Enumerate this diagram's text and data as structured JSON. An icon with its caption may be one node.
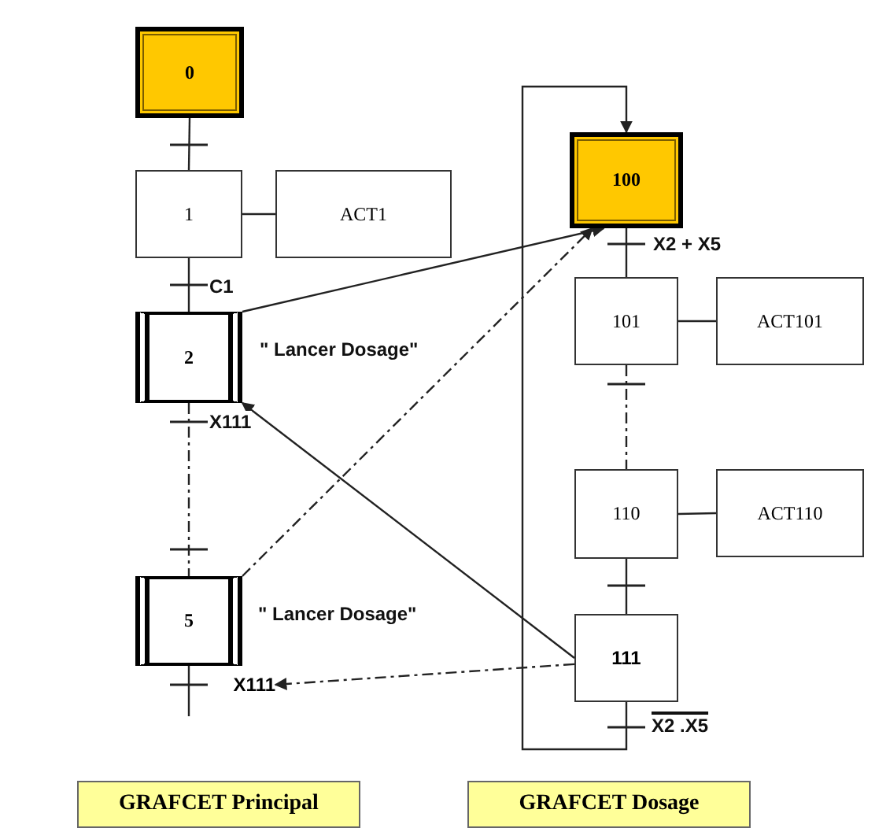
{
  "diagram": {
    "nodes": [
      {
        "text": [
          "0"
        ]
      },
      {
        "text": [
          "1"
        ]
      },
      {
        "text": [
          "ACT1"
        ]
      },
      {
        "text": [
          "2"
        ],
        "beside": [
          "\" Lancer Dosage\""
        ]
      },
      {
        "text": [
          "5"
        ],
        "beside": [
          "\" Lancer Dosage\""
        ]
      },
      {
        "text": [
          "X111"
        ]
      },
      {
        "text": [
          "100"
        ]
      },
      {
        "text": [
          "101"
        ]
      },
      {
        "text": [
          "ACT101"
        ]
      },
      {
        "text": [
          "110"
        ]
      },
      {
        "text": [
          "ACT110"
        ]
      },
      {
        "text": [
          "111"
        ]
      },
      {
        "text": [
          "GRAFCET Principal"
        ]
      },
      {
        "text": [
          "GRAFCET Dosage"
        ]
      }
    ],
    "edges": [
      {
        "from": 0,
        "to": 1,
        "arrow": "none"
      },
      {
        "from": 1,
        "to": 2,
        "arrow": "none"
      },
      {
        "from": 1,
        "to": 3,
        "arrow": "none",
        "label": "C1"
      },
      {
        "from": 3,
        "to": 4,
        "arrow": "none",
        "label": "X111",
        "style": "dashed"
      },
      {
        "from": 4,
        "to": null,
        "arrow": "none"
      },
      {
        "from": 6,
        "to": 7,
        "arrow": "none",
        "label": "X2 + X5"
      },
      {
        "from": 7,
        "to": 8,
        "arrow": "none"
      },
      {
        "from": 7,
        "to": 9,
        "arrow": "none",
        "style": "dashed"
      },
      {
        "from": 9,
        "to": 10,
        "arrow": "none"
      },
      {
        "from": 9,
        "to": 11,
        "arrow": "none"
      },
      {
        "from": 11,
        "to": 6,
        "arrow": "to",
        "label": "X2 .X5"
      },
      {
        "from": 3,
        "to": 6,
        "arrow": "to"
      },
      {
        "from": 4,
        "to": 6,
        "arrow": "to",
        "style": "dashed"
      },
      {
        "from": 11,
        "to": 3,
        "arrow": "to"
      },
      {
        "from": 11,
        "to": 5,
        "arrow": "to",
        "style": "dashed"
      }
    ]
  }
}
